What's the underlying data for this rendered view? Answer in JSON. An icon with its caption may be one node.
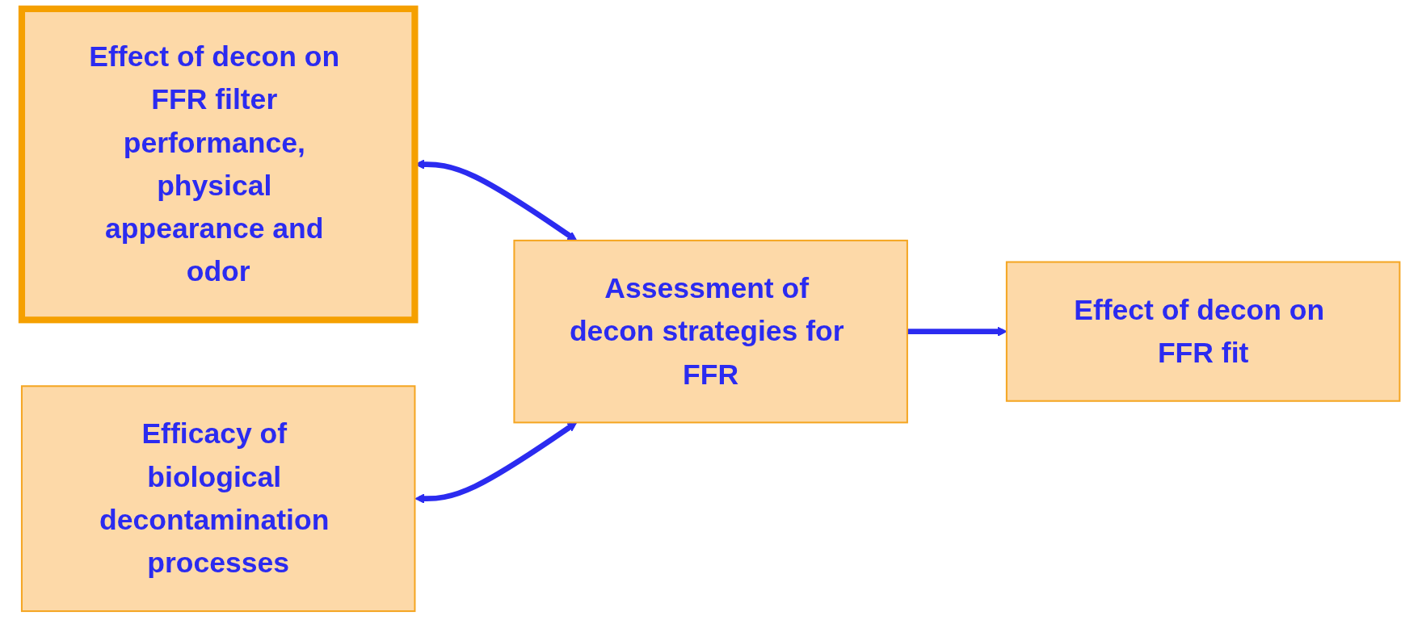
{
  "diagram": {
    "nodes": [
      {
        "text": [
          "Effect of decon on FFR filter performance, physical appearance and odor"
        ]
      },
      {
        "text": [
          "Efficacy of biological decontamination processes"
        ]
      },
      {
        "text": [
          "Assessment of decon strategies for FFR"
        ]
      },
      {
        "text": [
          "Effect of decon on FFR fit"
        ]
      }
    ],
    "edges": [
      {
        "from": 0,
        "to": 2,
        "arrow": "both"
      },
      {
        "from": 1,
        "to": 2,
        "arrow": "both"
      },
      {
        "from": 2,
        "to": 3,
        "arrow": "to"
      }
    ]
  }
}
